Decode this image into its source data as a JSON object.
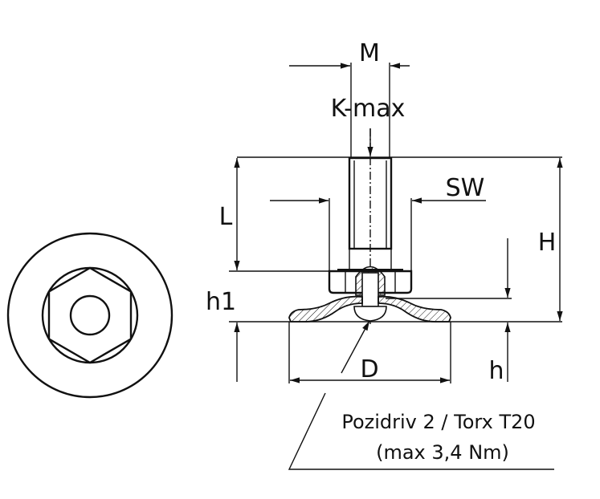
{
  "labels": {
    "m": "M",
    "k_max": "K-max",
    "sw": "SW",
    "l": "L",
    "h_total": "H",
    "h1": "h1",
    "h": "h",
    "d": "D",
    "drive_line1": "Pozidriv 2 / Torx T20",
    "drive_line2": "(max 3,4 Nm)"
  },
  "colors": {
    "line": "#111111",
    "background": "#ffffff"
  }
}
